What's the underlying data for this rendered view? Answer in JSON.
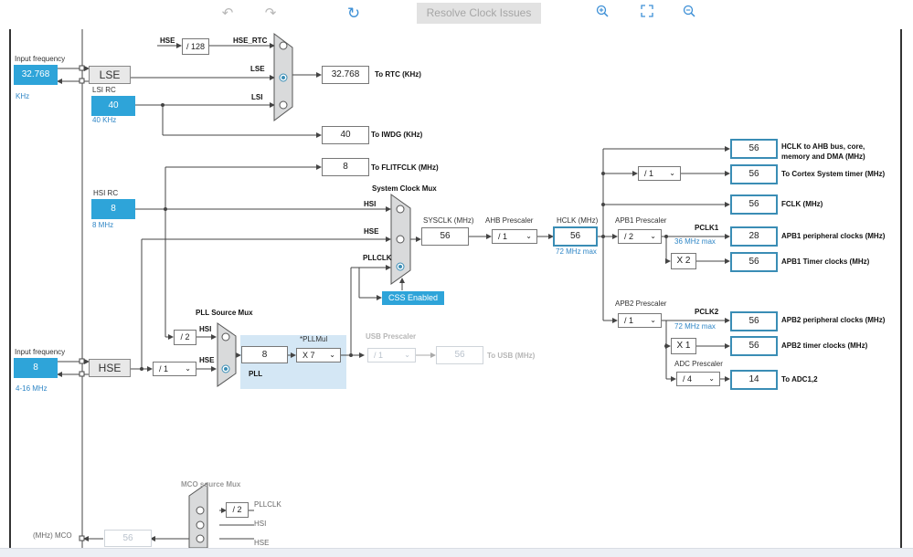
{
  "toolbar": {
    "undo_icon": "undo-icon",
    "redo_icon": "redo-icon",
    "refresh_icon": "refresh-icon",
    "resolve_label": "Resolve Clock Issues",
    "zoom_in_icon": "zoom-in-icon",
    "fit_icon": "fit-screen-icon",
    "zoom_out_icon": "zoom-out-icon"
  },
  "lse": {
    "input_label": "Input frequency",
    "input_value": "32.768",
    "input_unit": "KHz",
    "osc_label": "LSE"
  },
  "lsi": {
    "title": "LSI RC",
    "value": "40",
    "unit": "40 KHz"
  },
  "hsi": {
    "title": "HSI RC",
    "value": "8",
    "unit": "8 MHz"
  },
  "hse": {
    "input_label": "Input frequency",
    "input_value": "8",
    "input_unit": "4-16 MHz",
    "osc_label": "HSE"
  },
  "rtc": {
    "hse_label": "HSE",
    "divider": "/ 128",
    "hse_rtc_label": "HSE_RTC",
    "lse_label": "LSE",
    "lsi_label": "LSI",
    "output_value": "32.768",
    "output_label": "To RTC (KHz)"
  },
  "iwdg": {
    "value": "40",
    "label": "To IWDG (KHz)"
  },
  "flitf": {
    "value": "8",
    "label": "To FLITFCLK (MHz)"
  },
  "sysmux": {
    "title": "System Clock Mux",
    "hsi_label": "HSI",
    "hse_label": "HSE",
    "pllclk_label": "PLLCLK",
    "css_label": "CSS Enabled"
  },
  "sysclk": {
    "title": "SYSCLK (MHz)",
    "value": "56"
  },
  "ahb": {
    "title": "AHB Prescaler",
    "value": "/ 1"
  },
  "hclk": {
    "title": "HCLK (MHz)",
    "value": "56",
    "max": "72 MHz max"
  },
  "outputs": {
    "hclk_ahb_value": "56",
    "hclk_ahb_label_1": "HCLK to AHB bus, core,",
    "hclk_ahb_label_2": "memory and DMA (MHz)",
    "cortex_div": "/ 1",
    "cortex_value": "56",
    "cortex_label": "To Cortex System timer (MHz)",
    "fclk_value": "56",
    "fclk_label": "FCLK (MHz)"
  },
  "apb1": {
    "title": "APB1 Prescaler",
    "value": "/ 2",
    "pclk_label": "PCLK1",
    "max": "36 MHz max",
    "periph_value": "28",
    "periph_label": "APB1 peripheral clocks (MHz)",
    "timer_mult": "X 2",
    "timer_value": "56",
    "timer_label": "APB1 Timer clocks (MHz)"
  },
  "apb2": {
    "title": "APB2 Prescaler",
    "value": "/ 1",
    "pclk_label": "PCLK2",
    "max": "72 MHz max",
    "periph_value": "56",
    "periph_label": "APB2 peripheral clocks (MHz)",
    "timer_mult": "X 1",
    "timer_value": "56",
    "timer_label": "APB2 timer clocks (MHz)"
  },
  "adc": {
    "title": "ADC Prescaler",
    "value": "/ 4",
    "out_value": "14",
    "out_label": "To ADC1,2"
  },
  "pll": {
    "mux_title": "PLL Source Mux",
    "hsi_div": "/ 2",
    "hsi_label": "HSI",
    "hse_label": "HSE",
    "hse_div": "/ 1",
    "pll_value": "8",
    "pll_label": "PLL",
    "mul_title": "*PLLMul",
    "mul_value": "X 7"
  },
  "usb": {
    "title": "USB Prescaler",
    "value": "/ 1",
    "out_value": "56",
    "out_label": "To USB (MHz)"
  },
  "mco": {
    "title": "MCO source Mux",
    "div": "/ 2",
    "pllclk_label": "PLLCLK",
    "hsi_label": "HSI",
    "hse_label": "HSE",
    "out_label": "(MHz) MCO",
    "out_value": "56"
  },
  "colors": {
    "source_blue": "#2ea4d9",
    "accent_blue": "#3a8db5",
    "pll_panel": "#d4e7f5",
    "button_gray": "#e2e2e2"
  }
}
